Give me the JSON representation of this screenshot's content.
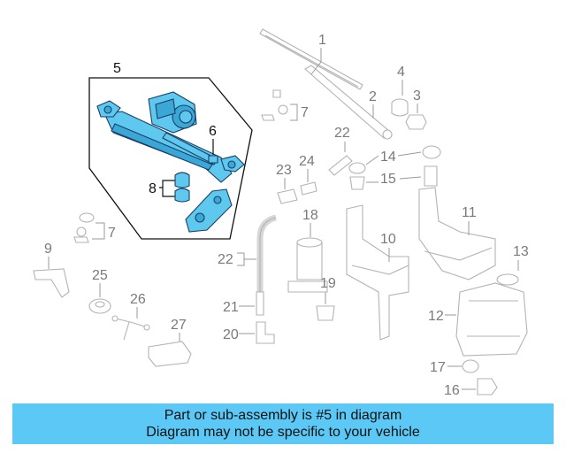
{
  "callouts": {
    "c1": "1",
    "c2": "2",
    "c3": "3",
    "c4": "4",
    "c5": "5",
    "c6": "6",
    "c7": "7",
    "c8": "8",
    "c9": "9",
    "c10": "10",
    "c11": "11",
    "c12": "12",
    "c13": "13",
    "c14": "14",
    "c15": "15",
    "c16": "16",
    "c17": "17",
    "c18": "18",
    "c19": "19",
    "c20": "20",
    "c21": "21",
    "c22a": "22",
    "c22b": "22",
    "c23": "23",
    "c24": "24",
    "c25": "25",
    "c26": "26",
    "c27": "27"
  },
  "highlight_color": "#5ec8ef",
  "banner_color": "#5bc8f5",
  "banner": {
    "line1": "Part or sub-assembly is #5 in diagram",
    "line2": "Diagram may not be specific to your vehicle"
  }
}
